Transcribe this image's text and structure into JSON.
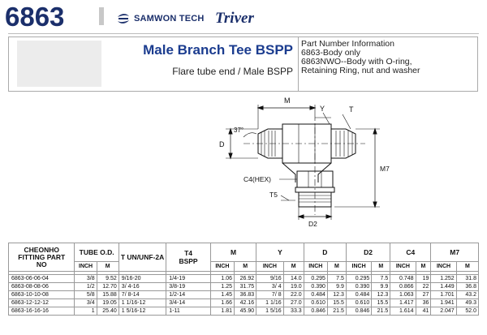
{
  "header": {
    "part_number": "6863",
    "brand_samwon": "SAMWON TECH",
    "brand_triver": "Triver"
  },
  "title": {
    "main": "Male Branch Tee BSPP",
    "sub": "Flare tube end / Male BSPP"
  },
  "info": {
    "line1": "Part Number Information",
    "line2": "6863-Body only",
    "line3": "6863NWO--Body with O-ring,",
    "line4": "Retaining Ring, nut and washer"
  },
  "drawing_labels": {
    "m": "M",
    "y": "Y",
    "t": "T",
    "d": "D",
    "angle": "37°",
    "c4": "C4(HEX)",
    "t5": "T5",
    "d2": "D2",
    "m7": "M7"
  },
  "table": {
    "headers": {
      "part": "CHEONHO FITTING PART NO",
      "tube": "TUBE O.D.",
      "t": "T UN/UNF-2A",
      "t4": "T4 BSPP",
      "m": "M",
      "y": "Y",
      "d": "D",
      "d2": "D2",
      "c4": "C4",
      "m7": "M7",
      "inch": "INCH",
      "mm": "M"
    },
    "rows": [
      [
        "6863-06-06-04",
        "3/8",
        "9.52",
        "9/16-20",
        "1/4-19",
        "1.06",
        "26.92",
        "9/16",
        "14.0",
        "0.295",
        "7.5",
        "0.295",
        "7.5",
        "0.748",
        "19",
        "1.252",
        "31.8"
      ],
      [
        "6863-08-08-06",
        "1/2",
        "12.70",
        "3/ 4-16",
        "3/8-19",
        "1.25",
        "31.75",
        "3/ 4",
        "19.0",
        "0.390",
        "9.9",
        "0.390",
        "9.9",
        "0.866",
        "22",
        "1.449",
        "36.8"
      ],
      [
        "6863-10-10-08",
        "5/8",
        "15.88",
        "7/ 8-14",
        "1/2-14",
        "1.45",
        "36.83",
        "7/ 8",
        "22.0",
        "0.484",
        "12.3",
        "0.484",
        "12.3",
        "1.063",
        "27",
        "1.701",
        "43.2"
      ],
      [
        "6863-12-12-12",
        "3/4",
        "19.05",
        "1 1/16-12",
        "3/4-14",
        "1.66",
        "42.16",
        "1 1/16",
        "27.0",
        "0.610",
        "15.5",
        "0.610",
        "15.5",
        "1.417",
        "36",
        "1.941",
        "49.3"
      ],
      [
        "6863-16-16-16",
        "1",
        "25.40",
        "1 5/16-12",
        "1-11",
        "1.81",
        "45.90",
        "1 5/16",
        "33.3",
        "0.846",
        "21.5",
        "0.846",
        "21.5",
        "1.614",
        "41",
        "2.047",
        "52.0"
      ]
    ]
  }
}
